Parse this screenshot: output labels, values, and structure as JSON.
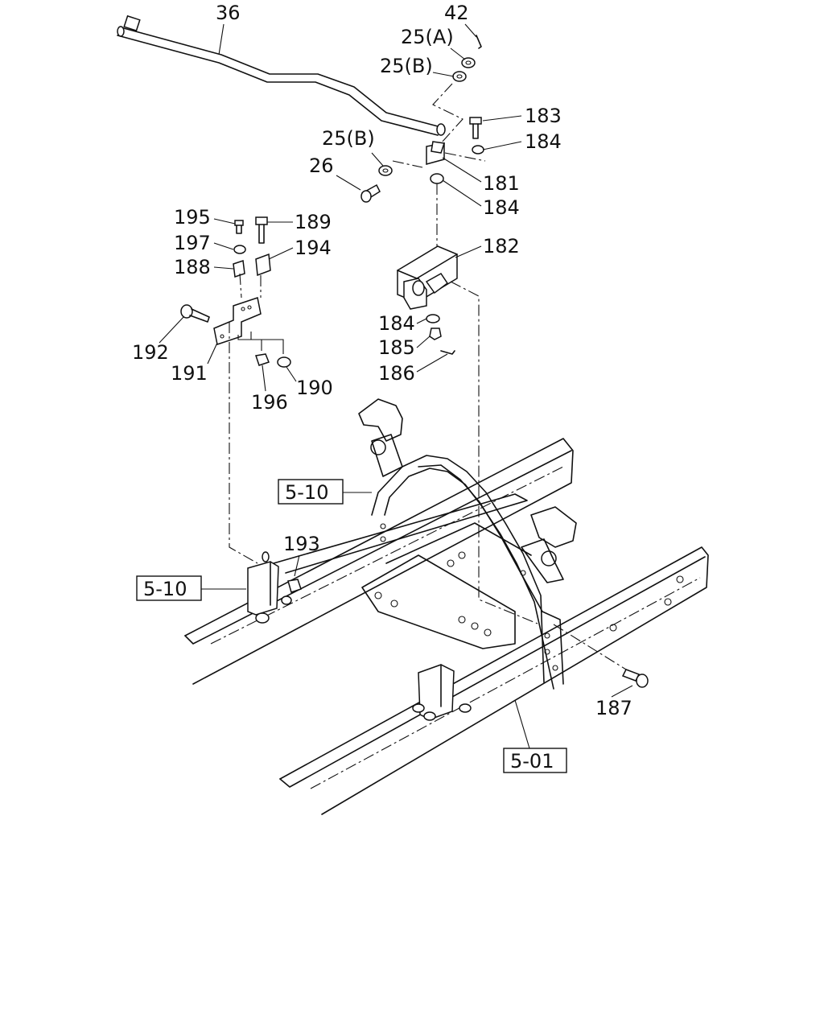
{
  "diagram": {
    "part_labels": [
      {
        "id": "p36",
        "text": "36"
      },
      {
        "id": "p42",
        "text": "42"
      },
      {
        "id": "p25a",
        "text": "25(A)"
      },
      {
        "id": "p25b_top",
        "text": "25(B)"
      },
      {
        "id": "p183",
        "text": "183"
      },
      {
        "id": "p184_a",
        "text": "184"
      },
      {
        "id": "p25b_mid",
        "text": "25(B)"
      },
      {
        "id": "p26",
        "text": "26"
      },
      {
        "id": "p181",
        "text": "181"
      },
      {
        "id": "p184_b",
        "text": "184"
      },
      {
        "id": "p195",
        "text": "195"
      },
      {
        "id": "p189",
        "text": "189"
      },
      {
        "id": "p197",
        "text": "197"
      },
      {
        "id": "p194",
        "text": "194"
      },
      {
        "id": "p188",
        "text": "188"
      },
      {
        "id": "p182",
        "text": "182"
      },
      {
        "id": "p192",
        "text": "192"
      },
      {
        "id": "p184_c",
        "text": "184"
      },
      {
        "id": "p185",
        "text": "185"
      },
      {
        "id": "p186",
        "text": "186"
      },
      {
        "id": "p191",
        "text": "191"
      },
      {
        "id": "p190",
        "text": "190"
      },
      {
        "id": "p196",
        "text": "196"
      },
      {
        "id": "p193",
        "text": "193"
      },
      {
        "id": "p187",
        "text": "187"
      }
    ],
    "reference_boxes": [
      {
        "id": "ref_510_upper",
        "text": "5-10"
      },
      {
        "id": "ref_510_lower",
        "text": "5-10"
      },
      {
        "id": "ref_501",
        "text": "5-01"
      }
    ]
  }
}
